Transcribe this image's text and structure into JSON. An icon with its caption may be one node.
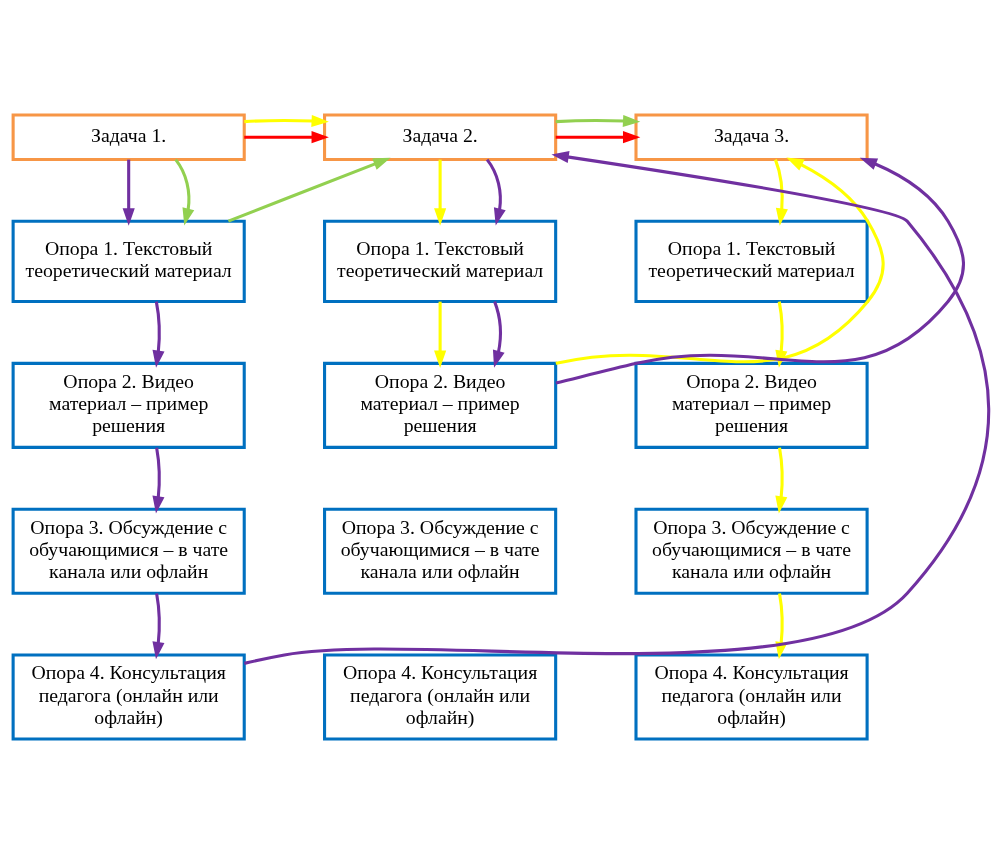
{
  "diagram": {
    "nodes": [
      {
        "text": [
          "Задача 1."
        ]
      },
      {
        "text": [
          "Задача 2."
        ]
      },
      {
        "text": [
          "Задача 3."
        ]
      },
      {
        "text": [
          "Опора 1. Текстовый теоретический материал"
        ]
      },
      {
        "text": [
          "Опора 1. Текстовый теоретический материал"
        ]
      },
      {
        "text": [
          "Опора 1. Текстовый теоретический материал"
        ]
      },
      {
        "text": [
          "Опора 2. Видео материал – пример решения"
        ]
      },
      {
        "text": [
          "Опора 2. Видео материал – пример решения"
        ]
      },
      {
        "text": [
          "Опора 2. Видео материал – пример решения"
        ]
      },
      {
        "text": [
          "Опора 3. Обсуждение с обучающимися – в чате канала или офлайн"
        ]
      },
      {
        "text": [
          "Опора 3. Обсуждение с обучающимися – в чате канала или офлайн"
        ]
      },
      {
        "text": [
          "Опора 3. Обсуждение с обучающимися – в чате канала или офлайн"
        ]
      },
      {
        "text": [
          "Опора 4. Консультация педагога (онлайн или офлайн)"
        ]
      },
      {
        "text": [
          "Опора 4. Консультация педагога (онлайн или офлайн)"
        ]
      },
      {
        "text": [
          "Опора 4. Консультация педагога (онлайн или офлайн)"
        ]
      }
    ],
    "edges": [
      {
        "from": 0,
        "to": 1,
        "arrow": "to",
        "color": "#ff0000"
      },
      {
        "from": 0,
        "to": 1,
        "arrow": "to",
        "color": "#ffff00"
      },
      {
        "from": 1,
        "to": 2,
        "arrow": "to",
        "color": "#ff0000"
      },
      {
        "from": 1,
        "to": 2,
        "arrow": "to",
        "color": "#92d050"
      },
      {
        "from": 0,
        "to": 3,
        "arrow": "to",
        "color": "#7030a0"
      },
      {
        "from": 0,
        "to": 3,
        "arrow": "to",
        "color": "#92d050"
      },
      {
        "from": 3,
        "to": 1,
        "arrow": "to",
        "color": "#92d050"
      },
      {
        "from": 1,
        "to": 4,
        "arrow": "to",
        "color": "#ffff00"
      },
      {
        "from": 1,
        "to": 4,
        "arrow": "to",
        "color": "#7030a0"
      },
      {
        "from": 2,
        "to": 5,
        "arrow": "to",
        "color": "#ffff00"
      },
      {
        "from": 3,
        "to": 6,
        "arrow": "to",
        "color": "#7030a0"
      },
      {
        "from": 4,
        "to": 7,
        "arrow": "to",
        "color": "#ffff00"
      },
      {
        "from": 4,
        "to": 7,
        "arrow": "to",
        "color": "#7030a0"
      },
      {
        "from": 5,
        "to": 8,
        "arrow": "to",
        "color": "#ffff00"
      },
      {
        "from": 7,
        "to": 2,
        "arrow": "to",
        "color": "#ffff00"
      },
      {
        "from": 7,
        "to": 2,
        "arrow": "to",
        "color": "#7030a0"
      },
      {
        "from": 6,
        "to": 9,
        "arrow": "to",
        "color": "#7030a0"
      },
      {
        "from": 8,
        "to": 11,
        "arrow": "to",
        "color": "#ffff00"
      },
      {
        "from": 9,
        "to": 12,
        "arrow": "to",
        "color": "#7030a0"
      },
      {
        "from": 11,
        "to": 14,
        "arrow": "to",
        "color": "#ffff00"
      },
      {
        "from": 12,
        "to": 1,
        "arrow": "to",
        "color": "#7030a0"
      }
    ]
  }
}
